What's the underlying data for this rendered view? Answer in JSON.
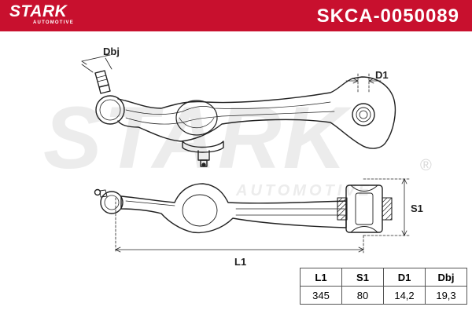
{
  "brand": {
    "name": "STARK",
    "subtitle": "AUTOMOTIVE"
  },
  "part_number": "SKCA-0050089",
  "watermark": {
    "text": "STARK",
    "subtext": "AUTOMOTIVE",
    "registered_mark": "®"
  },
  "dimension_labels": {
    "dbj": "Dbj",
    "d1": "D1",
    "s1": "S1",
    "l1": "L1"
  },
  "specs_table": {
    "headers": [
      "L1",
      "S1",
      "D1",
      "Dbj"
    ],
    "values": [
      "345",
      "80",
      "14,2",
      "19,3"
    ]
  },
  "colors": {
    "brand_red": "#c8102e",
    "line": "#222222",
    "watermark": "#ececec"
  }
}
